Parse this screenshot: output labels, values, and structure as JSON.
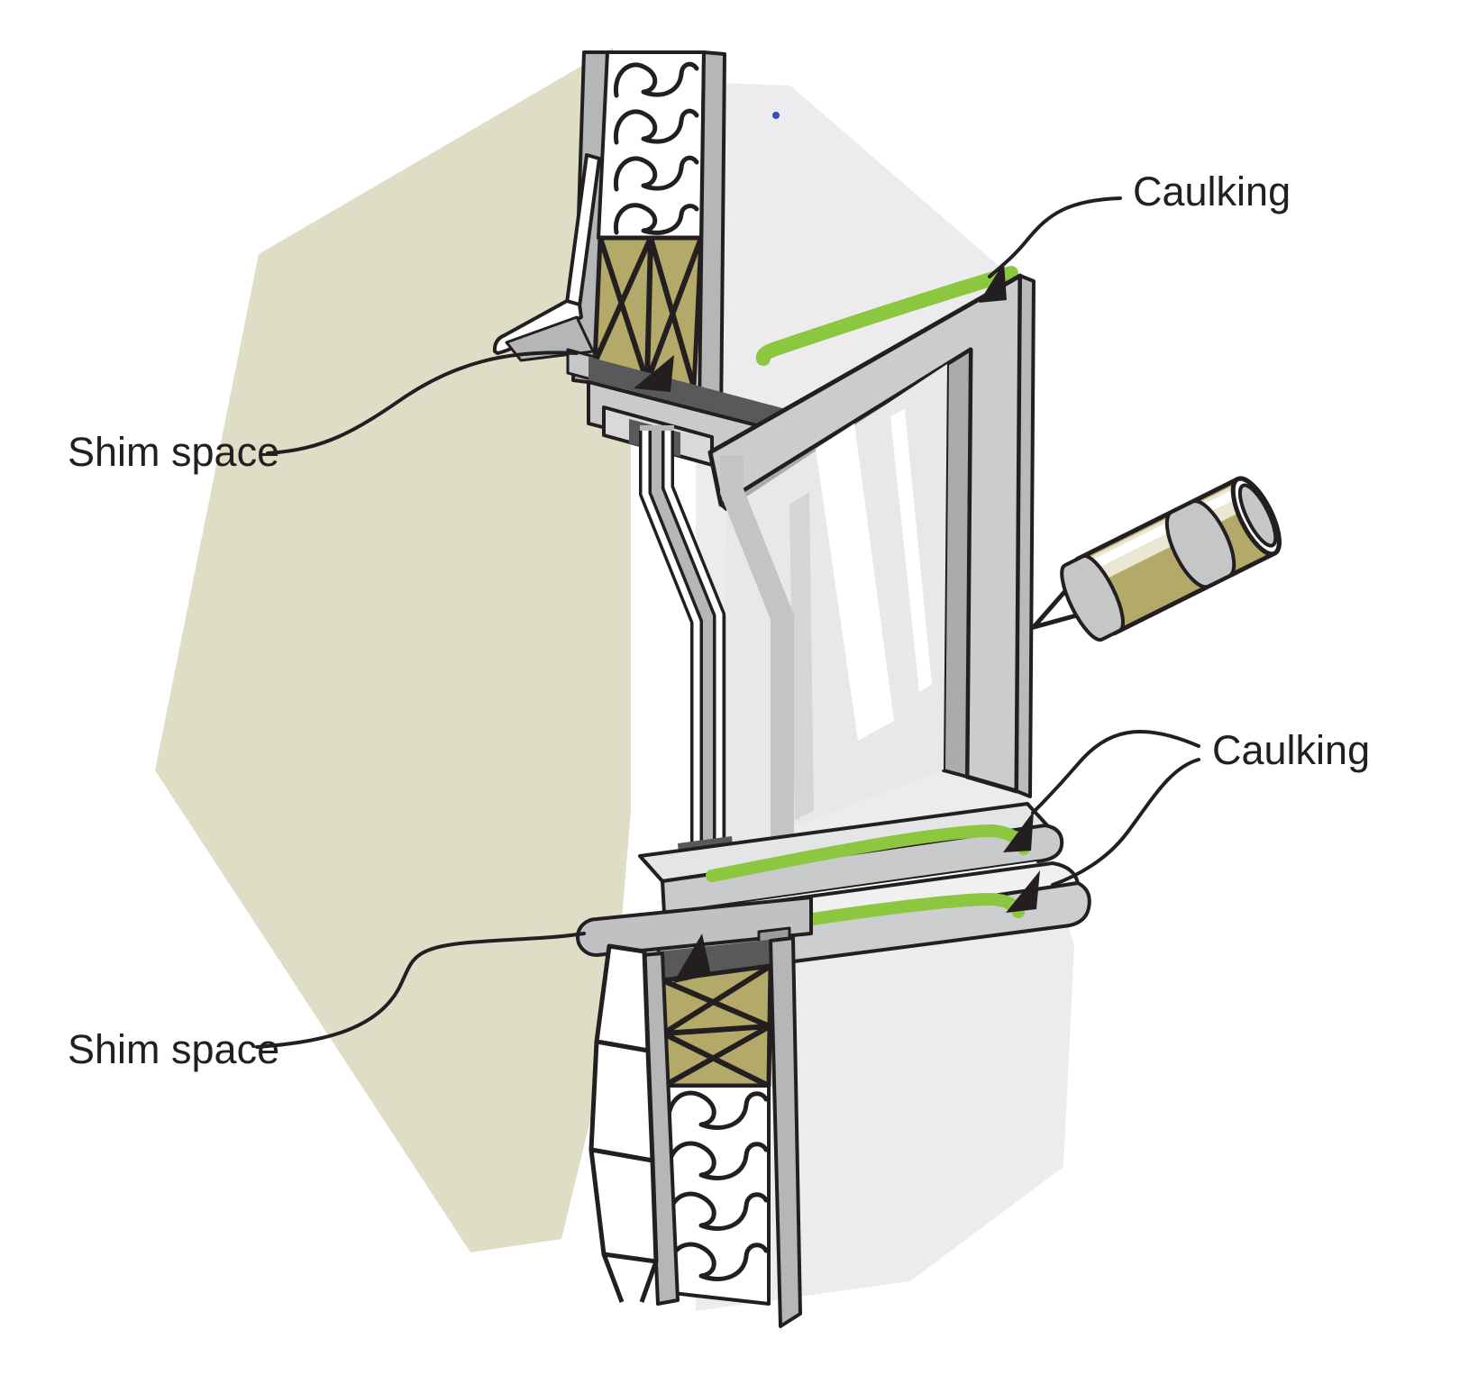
{
  "title": "Window installation caulking and shim space diagram",
  "labels": {
    "caulking_top": "Caulking",
    "caulking_right": "Caulking",
    "shim_space_top": "Shim space",
    "shim_space_bottom": "Shim space"
  },
  "annotations": [
    {
      "label": "Caulking",
      "points_to": "green caulk bead on top edge of window head frame"
    },
    {
      "label": "Shim space",
      "points_to": "dark gap between rough header framing and window head jamb"
    },
    {
      "label": "Caulking",
      "points_to": "two green caulk beads on window sill and apron"
    },
    {
      "label": "Shim space",
      "points_to": "dark gap between sill plate and bottom blocking"
    }
  ],
  "components": [
    "batt-insulation",
    "wood-blocking",
    "sheathing",
    "siding-clapboards",
    "window-frame",
    "glass",
    "sill",
    "apron",
    "caulk-tube",
    "caulk-beads"
  ],
  "colors": {
    "caulk_green": "#8dc63f",
    "background_beige": "#dfddc5",
    "wall_light_gray": "#ececee",
    "frame_gray": "#cbccce",
    "sheathing_gray": "#b5b6b8",
    "shadow_dark_gray": "#58595b",
    "blocking_tan": "#b3aa6a",
    "tube_olive": "#b3aa6a",
    "tube_cream": "#e9e6d1",
    "line_black": "#231f20",
    "blue_dot": "#3b46c4"
  }
}
